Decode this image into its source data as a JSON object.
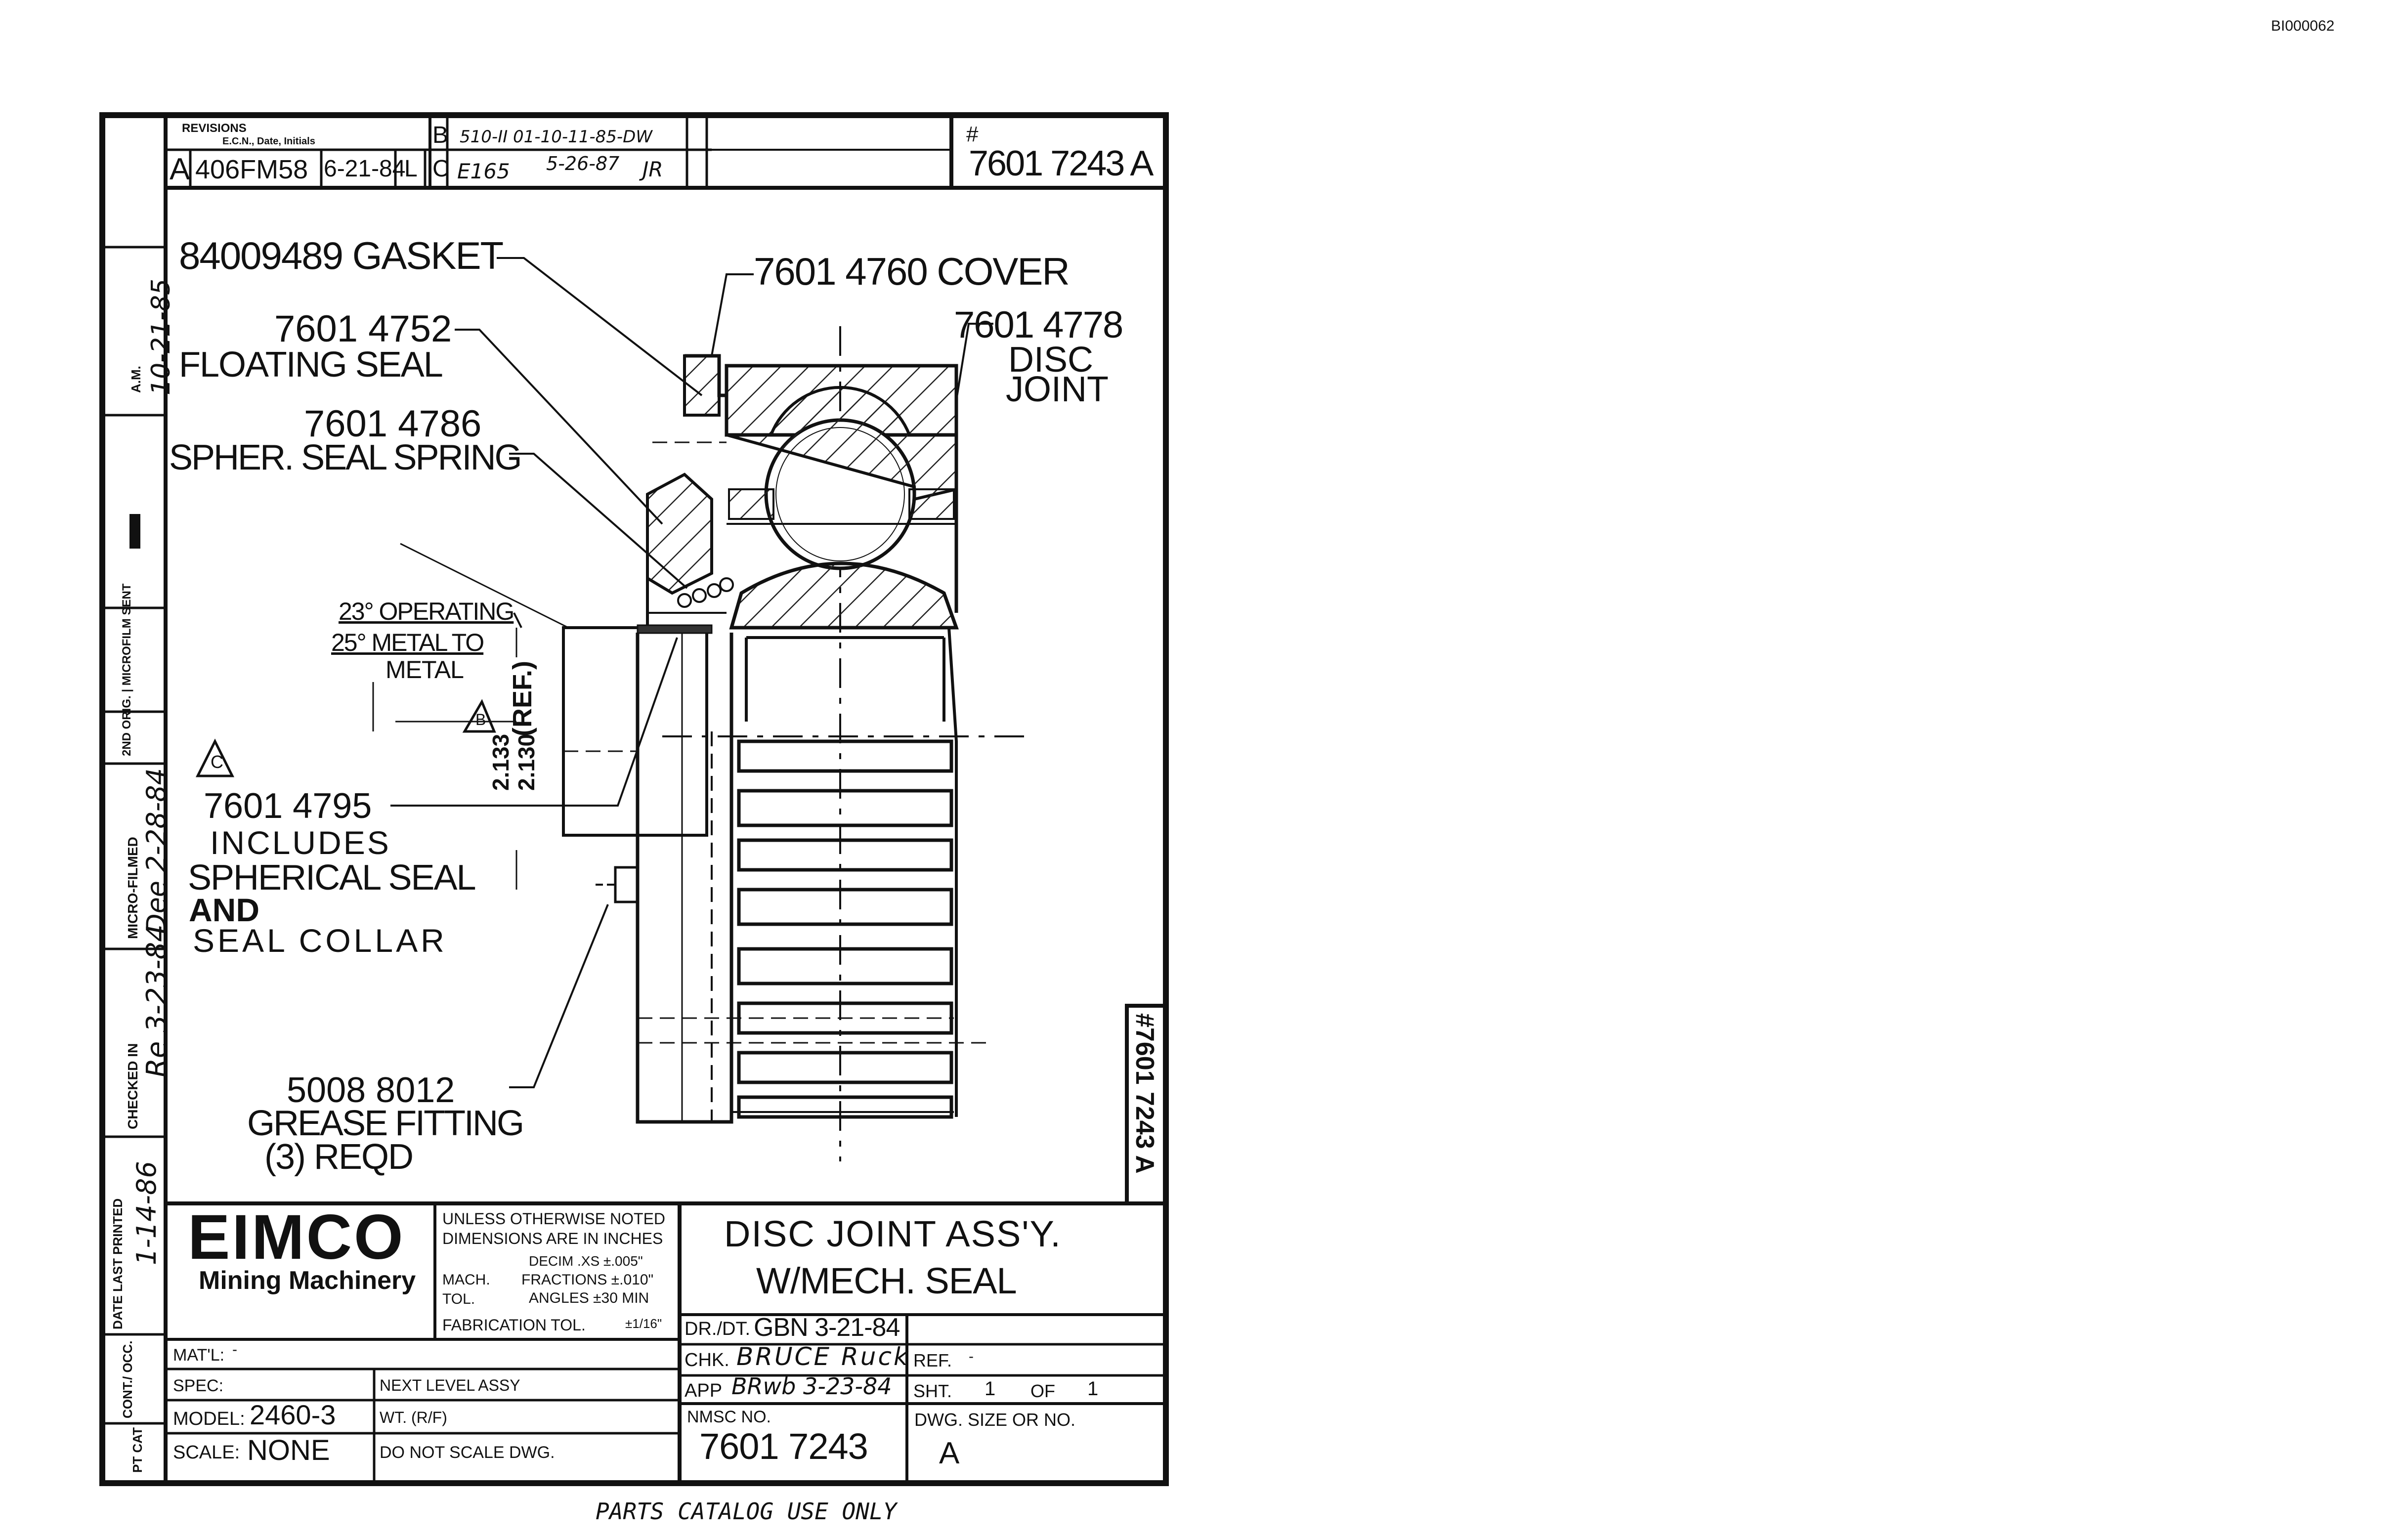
{
  "doc_id": "BI000062",
  "footer": "PARTS CATALOG USE ONLY",
  "revisions": {
    "header": "REVISIONS",
    "subheader": "E.C.N., Date, Initials",
    "a_letter": "A",
    "a_entry": "406FM58",
    "a_date": "6-21-84",
    "a_init": "L",
    "b_letter": "B",
    "b_entry": "510-II 01-10-11-85-DW",
    "c_letter": "C",
    "c_entry": "E165",
    "c_date": "5-26-87",
    "c_init": "JR"
  },
  "top_number": {
    "hash": "#",
    "value": "7601 7243 A"
  },
  "side_number": "#7601 7243 A",
  "left_strip": {
    "am": "A.M.",
    "am_date": "10-21-85",
    "microfilm_sent": "2ND ORIG. | MICROFILM SENT",
    "micro_filmed": "MICRO-FILMED",
    "micro_filmed_sig": "Dee 2-28-84",
    "checked_in": "CHECKED IN",
    "checked_sig": "Re 3-23-84",
    "date_last_printed": "DATE LAST PRINTED",
    "date_last_printed_val": "1-14-86",
    "cont_occ": "CONT./ OCC.",
    "pt_cat": "PT CAT"
  },
  "callouts": {
    "gasket": "84009489 GASKET",
    "cover": "7601 4760 COVER",
    "floating_seal_num": "7601 4752",
    "floating_seal": "FLOATING SEAL",
    "disc_joint_num": "7601 4778",
    "disc": "DISC",
    "joint": "JOINT",
    "spring_num": "7601 4786",
    "spring": "SPHER. SEAL SPRING",
    "operating": "23° OPERATING",
    "metal_to": "25° METAL TO",
    "metal": "METAL",
    "ref_dim_1": "2.133",
    "ref_dim_2": "2.130",
    "ref": "(REF.)",
    "rev_b_tri": "B",
    "rev_c_tri": "C",
    "collar_num": "7601 4795",
    "includes": "INCLUDES",
    "spherical_seal": "SPHERICAL SEAL",
    "and": "AND",
    "seal_collar": "SEAL COLLAR",
    "grease_num": "5008 8012",
    "grease": "GREASE FITTING",
    "reqd": "(3) REQD"
  },
  "title_block": {
    "company": "EIMCO",
    "company_sub": "Mining Machinery",
    "unless_1": "UNLESS OTHERWISE NOTED",
    "unless_2": "DIMENSIONS ARE IN INCHES",
    "mach_tol": "MACH. TOL.",
    "decim": "DECIM .XS ±.005\"",
    "fractions": "FRACTIONS ±.010\"",
    "angles": "ANGLES ±30 MIN",
    "fab_tol": "FABRICATION TOL.",
    "fab_tol_val": "±1/16\"",
    "title_1": "DISC JOINT ASS'Y.",
    "title_2": "W/MECH. SEAL",
    "dr_dt_label": "DR./DT.",
    "dr_dt_val": "GBN 3-21-84",
    "chk_label": "CHK.",
    "chk_val": "BRUCE Ruck",
    "app_label": "APP",
    "app_val": "BRwb 3-23-84",
    "ref_label": "REF.",
    "ref_val": "-",
    "sht_label": "SHT.",
    "sht_val": "1",
    "of_label": "OF",
    "of_val": "1",
    "matl_label": "MAT'L:",
    "matl_val": "-",
    "spec_label": "SPEC:",
    "next_level": "NEXT LEVEL ASSY",
    "model_label": "MODEL:",
    "model_val": "2460-3",
    "wt_label": "WT. (R/F)",
    "scale_label": "SCALE:",
    "scale_val": "NONE",
    "do_not_scale": "DO NOT SCALE DWG.",
    "nmsc_label": "NMSC NO.",
    "nmsc_val": "7601 7243",
    "dwg_size_label": "DWG. SIZE OR NO.",
    "dwg_size_val": "A"
  }
}
